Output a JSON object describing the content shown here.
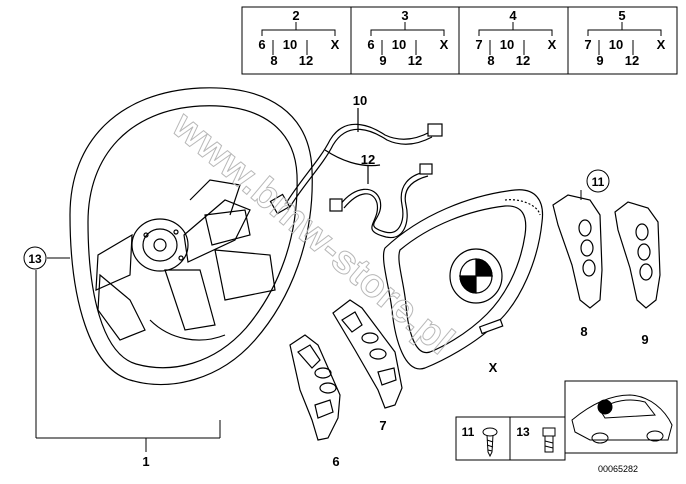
{
  "variant_table": [
    {
      "header": "2",
      "row1": [
        "6",
        "10",
        "X"
      ],
      "row2": [
        "8",
        "12"
      ]
    },
    {
      "header": "3",
      "row1": [
        "6",
        "10",
        "X"
      ],
      "row2": [
        "9",
        "12"
      ]
    },
    {
      "header": "4",
      "row1": [
        "7",
        "10",
        "X"
      ],
      "row2": [
        "8",
        "12"
      ]
    },
    {
      "header": "5",
      "row1": [
        "7",
        "10",
        "X"
      ],
      "row2": [
        "9",
        "12"
      ]
    }
  ],
  "callouts": {
    "c1": "1",
    "c6": "6",
    "c7": "7",
    "c8": "8",
    "c9": "9",
    "c10": "10",
    "c11": "11",
    "c12": "12",
    "c13": "13",
    "cX": "X"
  },
  "legend": {
    "screw": "11",
    "bolt": "13"
  },
  "part_number": "00065282",
  "watermark": "www.bmw-store.pl",
  "colors": {
    "line": "#000000",
    "watermark": "#b8b8b8",
    "shade": "#d9d9d9"
  }
}
